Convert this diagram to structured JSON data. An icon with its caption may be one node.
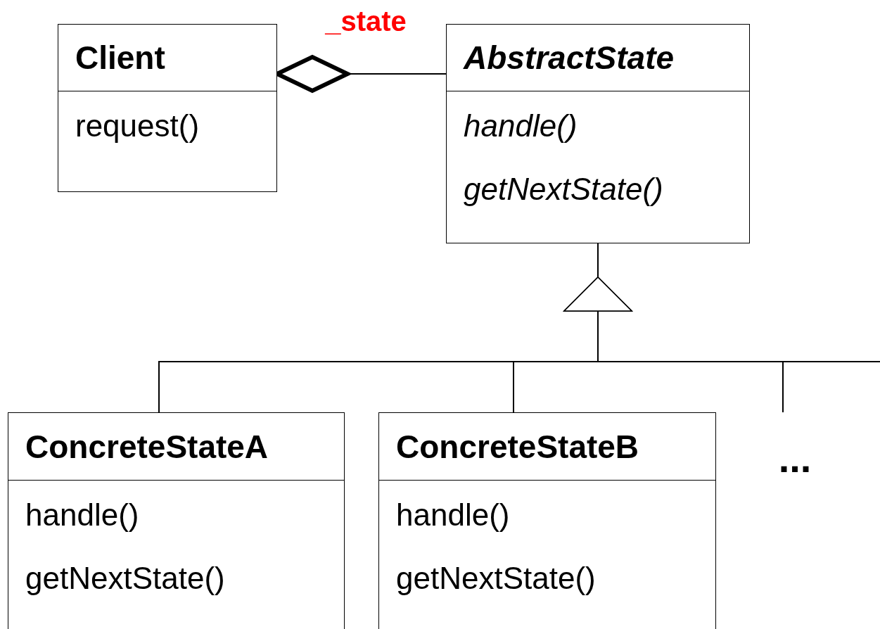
{
  "diagram": {
    "nodes": [
      {
        "text": [
          "Client",
          "request()"
        ]
      },
      {
        "text": [
          "AbstractState",
          "handle()",
          "getNextState()"
        ]
      },
      {
        "text": [
          "ConcreteStateA",
          "handle()",
          "getNextState()"
        ]
      },
      {
        "text": [
          "ConcreteStateB",
          "handle()",
          "getNextState()"
        ]
      },
      {
        "text": [
          "..."
        ]
      }
    ],
    "edges": [
      {
        "from": 0,
        "to": 1,
        "arrow": "other",
        "label": "_state"
      },
      {
        "from": 2,
        "to": 1,
        "arrow": "to"
      },
      {
        "from": 3,
        "to": 1,
        "arrow": "to"
      },
      {
        "from": 4,
        "to": 1,
        "arrow": "to"
      }
    ]
  }
}
